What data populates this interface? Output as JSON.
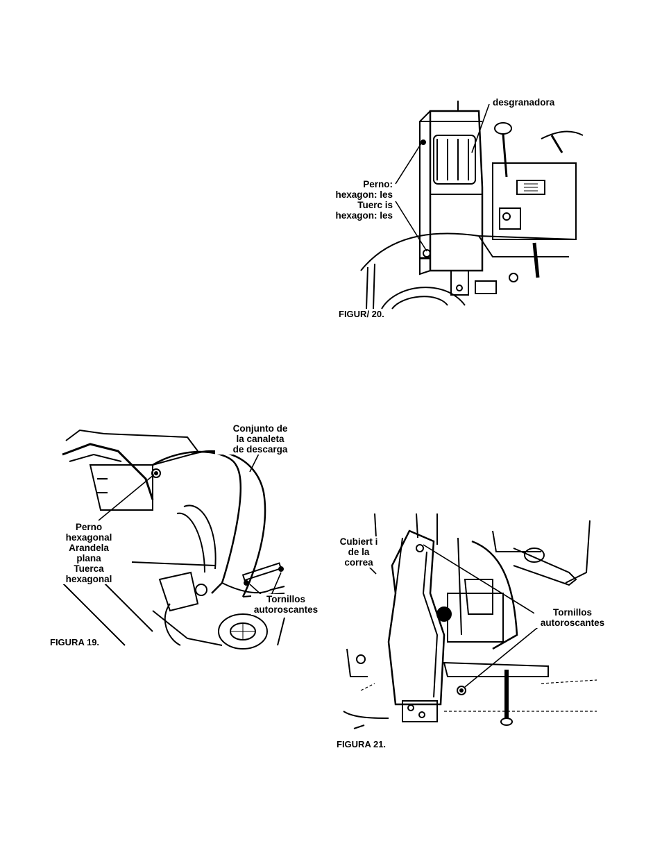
{
  "fig20": {
    "caption": "FIGUR/ 20.",
    "label_top": "desgranadora",
    "label_left": [
      "Perno:",
      "hexagon: les",
      "Tuerc is",
      "hexagon: les"
    ]
  },
  "fig19": {
    "caption": "FIGURA 19.",
    "label_top": [
      "Conjunto de",
      "la canaleta",
      "de descarga"
    ],
    "label_left": [
      "Perno",
      "hexagonal",
      "Arandela",
      "plana",
      "Tuerca",
      "hexagonal"
    ],
    "label_right": [
      "Tornillos",
      "autoroscantes"
    ]
  },
  "fig21": {
    "caption": "FIGURA 21.",
    "label_left": [
      "Cubiert i",
      "de la",
      "correa"
    ],
    "label_right": [
      "Tornillos",
      "autoroscantes"
    ]
  }
}
